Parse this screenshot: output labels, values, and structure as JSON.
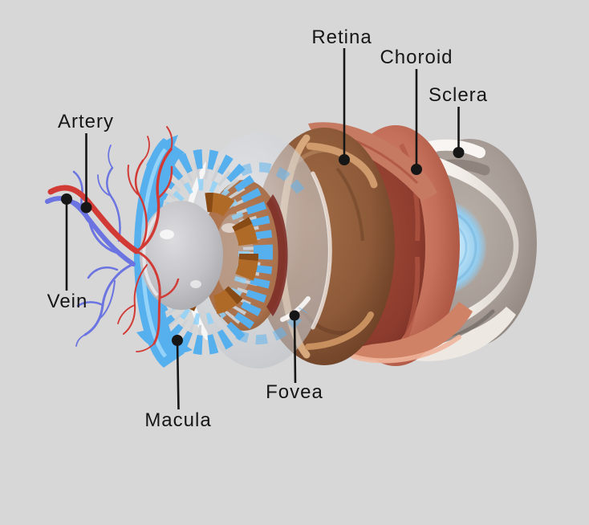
{
  "figure": {
    "background": "#d7d7d7"
  },
  "labels": {
    "artery": "Artery",
    "vein": "Vein",
    "macula": "Macula",
    "fovea": "Fovea",
    "retina": "Retina",
    "choroid": "Choroid",
    "sclera": "Sclera"
  },
  "colors": {
    "background": "#d7d7d7",
    "label_text": "#161616",
    "leader_line": "#161616",
    "artery_red": "#d23a35",
    "vein_blue": "#6b74e0",
    "ciliary_blue": "#57b0ee",
    "ciliary_blue_light": "#8ed1f8",
    "iris_orange": "#b06a28",
    "lens_grey": "#c9c9cc",
    "vitreous_grey": "#d4d7db",
    "retina_brown": "#8d5a39",
    "retina_rim_tan": "#d7a97c",
    "choroid_salmon": "#c4705a",
    "choroid_dark": "#8c3b2d",
    "sclera_white": "#f3f0ed",
    "sclera_interior_taupe": "#a49a93",
    "cornea_blue": "#a9d8f3"
  }
}
